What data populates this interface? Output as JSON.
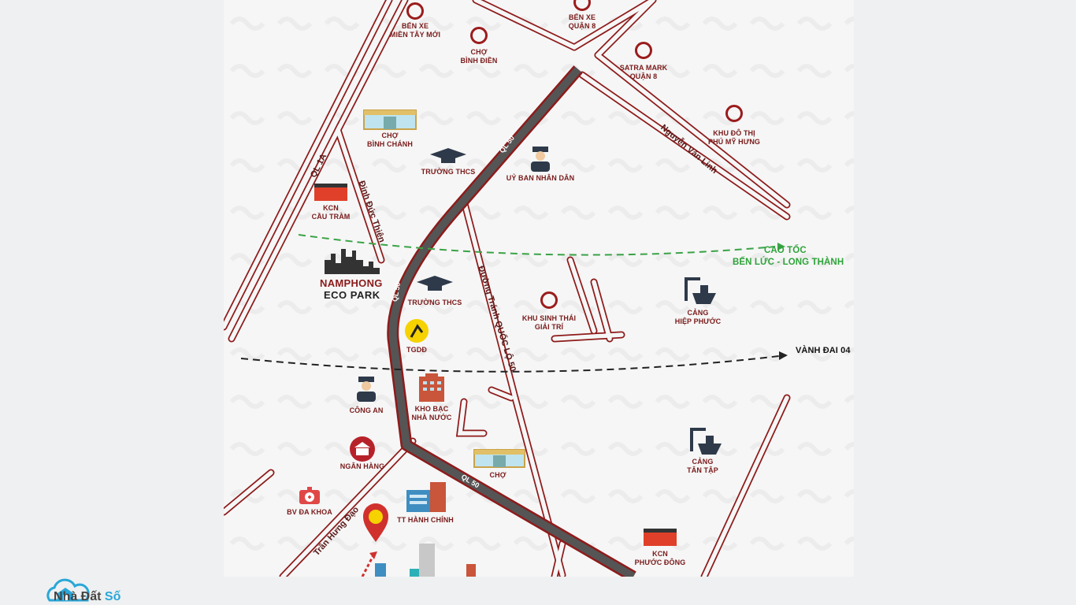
{
  "map": {
    "roads": {
      "ql50_a": "QL 50",
      "ql50_b": "QL 50",
      "ql50_c": "QL 50",
      "ql1a": "QL 1A",
      "dinh_duc_thien": "Đinh Đức Thiện",
      "nguyen_van_linh": "Nguyễn Văn Linh",
      "duong_tranh": "Đường Tránh QUỐC LỘ 50",
      "tran_hung_dao": "Trần Hưng Đạo"
    },
    "highways": {
      "cao_toc_1": "CAO TỐC",
      "cao_toc_2": "BẾN LỨC - LONG THÀNH",
      "vanh_dai": "VÀNH ĐAI 04"
    },
    "places": {
      "ben_xe_mien_tay_1": "BẾN XE",
      "ben_xe_mien_tay_2": "MIỀN TÂY MỚI",
      "ben_xe_q8_1": "BẾN XE",
      "ben_xe_q8_2": "QUẬN 8",
      "cho_binh_dien_1": "CHỢ",
      "cho_binh_dien_2": "BÌNH ĐIỀN",
      "satra_1": "SATRA MARK",
      "satra_2": "QUẬN 8",
      "phu_my_hung_1": "KHU ĐÔ THỊ",
      "phu_my_hung_2": "PHÚ MỸ HƯNG",
      "cho_binh_chanh_1": "CHỢ",
      "cho_binh_chanh_2": "BÌNH CHÁNH",
      "truong_thcs_1": "TRƯỜNG THCS",
      "uy_ban": "UỶ BAN NHÂN DÂN",
      "kcn_cau_tram_1": "KCN",
      "kcn_cau_tram_2": "CẦU TRÀM",
      "truong_thcs_2": "TRƯỜNG THCS",
      "khu_sinh_thai_1": "KHU SINH THÁI",
      "khu_sinh_thai_2": "GIẢI TRÍ",
      "cang_hiep_phuoc_1": "CẢNG",
      "cang_hiep_phuoc_2": "HIỆP PHƯỚC",
      "tgdd": "TGDĐ",
      "cong_an": "CÔNG AN",
      "kho_bac_1": "KHO BẠC",
      "kho_bac_2": "NHÀ NƯỚC",
      "cang_tan_tap_1": "CẢNG",
      "cang_tan_tap_2": "TÂN TẬP",
      "ngan_hang": "NGÂN HÀNG",
      "cho": "CHỢ",
      "bv_da_khoa": "BV ĐA KHOA",
      "tt_hanh_chinh": "TT HÀNH CHÍNH",
      "kcn_phuoc_dong_1": "KCN",
      "kcn_phuoc_dong_2": "PHƯỚC ĐÔNG"
    },
    "brand": {
      "line1": "NAMPHONG",
      "line2": "ECO PARK"
    }
  },
  "logo": {
    "text_main": "Nhà Đất ",
    "text_accent": "Số"
  }
}
